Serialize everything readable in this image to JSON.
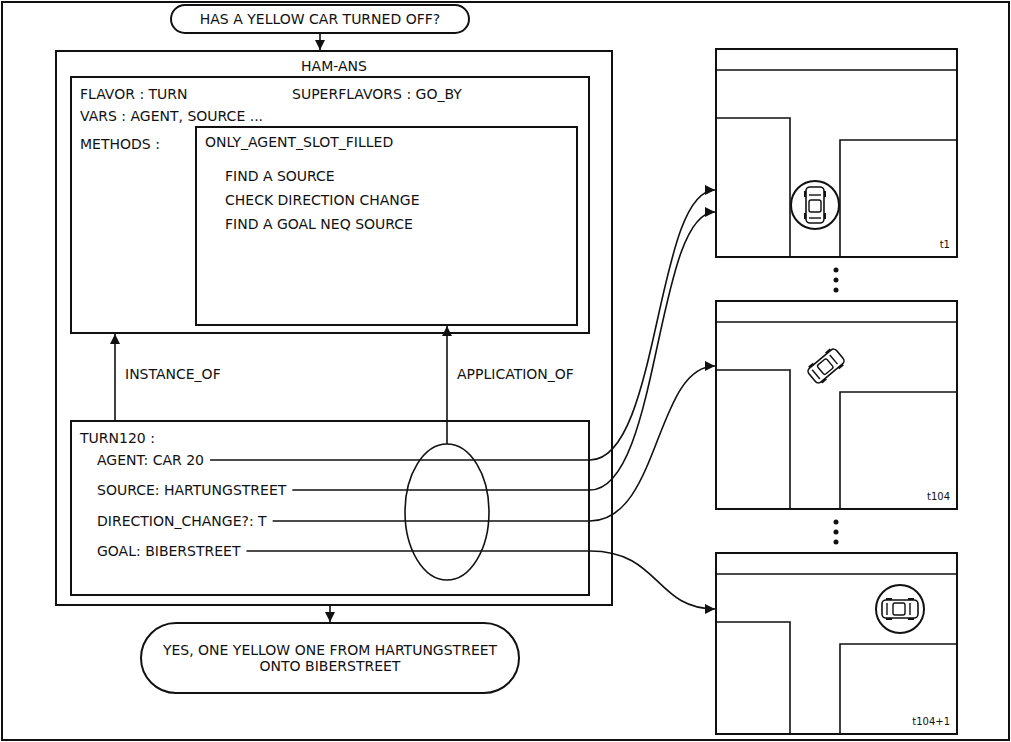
{
  "diagram": {
    "nodes": [
      {
        "text": [
          "HAS A YELLOW CAR TURNED OFF?"
        ]
      },
      {
        "text": [
          "HAM-ANS"
        ]
      },
      {
        "text": [
          "FLAVOR : TURN",
          "SUPERFLAVORS : GO_BY",
          "VARS : AGENT, SOURCE ...",
          "METHODS :"
        ],
        "in": 1
      },
      {
        "text": [
          "ONLY_AGENT_SLOT_FILLED",
          "FIND A SOURCE",
          "CHECK DIRECTION CHANGE",
          "FIND A GOAL NEQ SOURCE"
        ],
        "in": 2
      },
      {
        "text": [
          "TURN120 :",
          "AGENT: CAR 20",
          "SOURCE: HARTUNGSTREET",
          "DIRECTION_CHANGE?: T",
          "GOAL: BIBERSTREET"
        ],
        "in": 1
      },
      {
        "text": [
          "YES, ONE YELLOW ONE FROM HARTUNGSTREET ONTO BIBERSTREET"
        ]
      },
      {
        "text": [
          "t1"
        ]
      },
      {
        "text": [
          "t104"
        ]
      },
      {
        "text": [
          "t104+1"
        ]
      }
    ],
    "edges": [
      {
        "from": 0,
        "to": 1,
        "arrow": "to"
      },
      {
        "from": 4,
        "to": 2,
        "arrow": "to",
        "label": "INSTANCE_OF"
      },
      {
        "from": 4,
        "to": 3,
        "arrow": "to",
        "label": "APPLICATION_OF"
      },
      {
        "from": 4,
        "to": 6,
        "arrow": "to"
      },
      {
        "from": 4,
        "to": 6,
        "arrow": "to"
      },
      {
        "from": 4,
        "to": 7,
        "arrow": "to"
      },
      {
        "from": 4,
        "to": 8,
        "arrow": "to"
      },
      {
        "from": 1,
        "to": 5,
        "arrow": "to"
      }
    ]
  }
}
